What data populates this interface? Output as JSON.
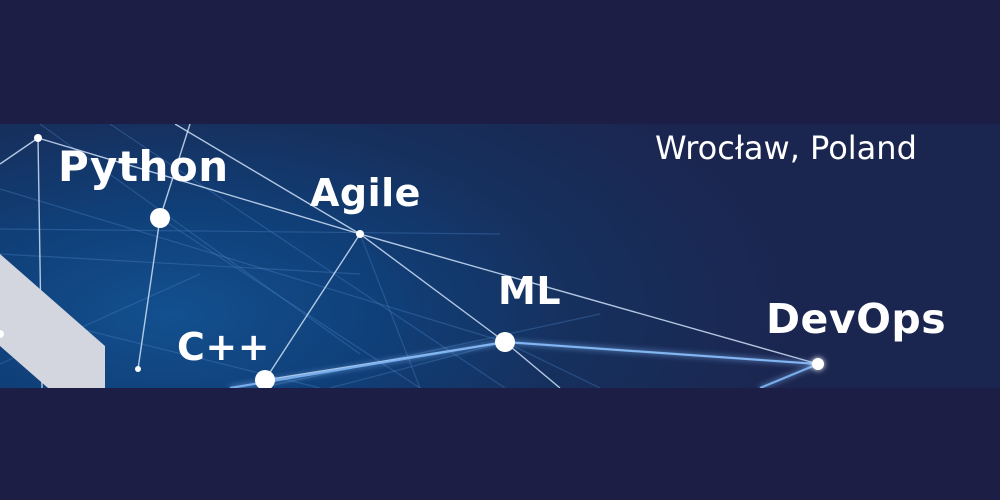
{
  "banner": {
    "location": "Wrocław, Poland",
    "tags": {
      "python": "Python",
      "agile": "Agile",
      "ml": "ML",
      "cpp": "C++",
      "devops": "DevOps"
    }
  },
  "colors": {
    "page_background": "#1c1e45",
    "banner_blue": "#12508f",
    "line_color": "#9fc4f0",
    "text": "#ffffff",
    "chevron": "#d3d6de"
  }
}
